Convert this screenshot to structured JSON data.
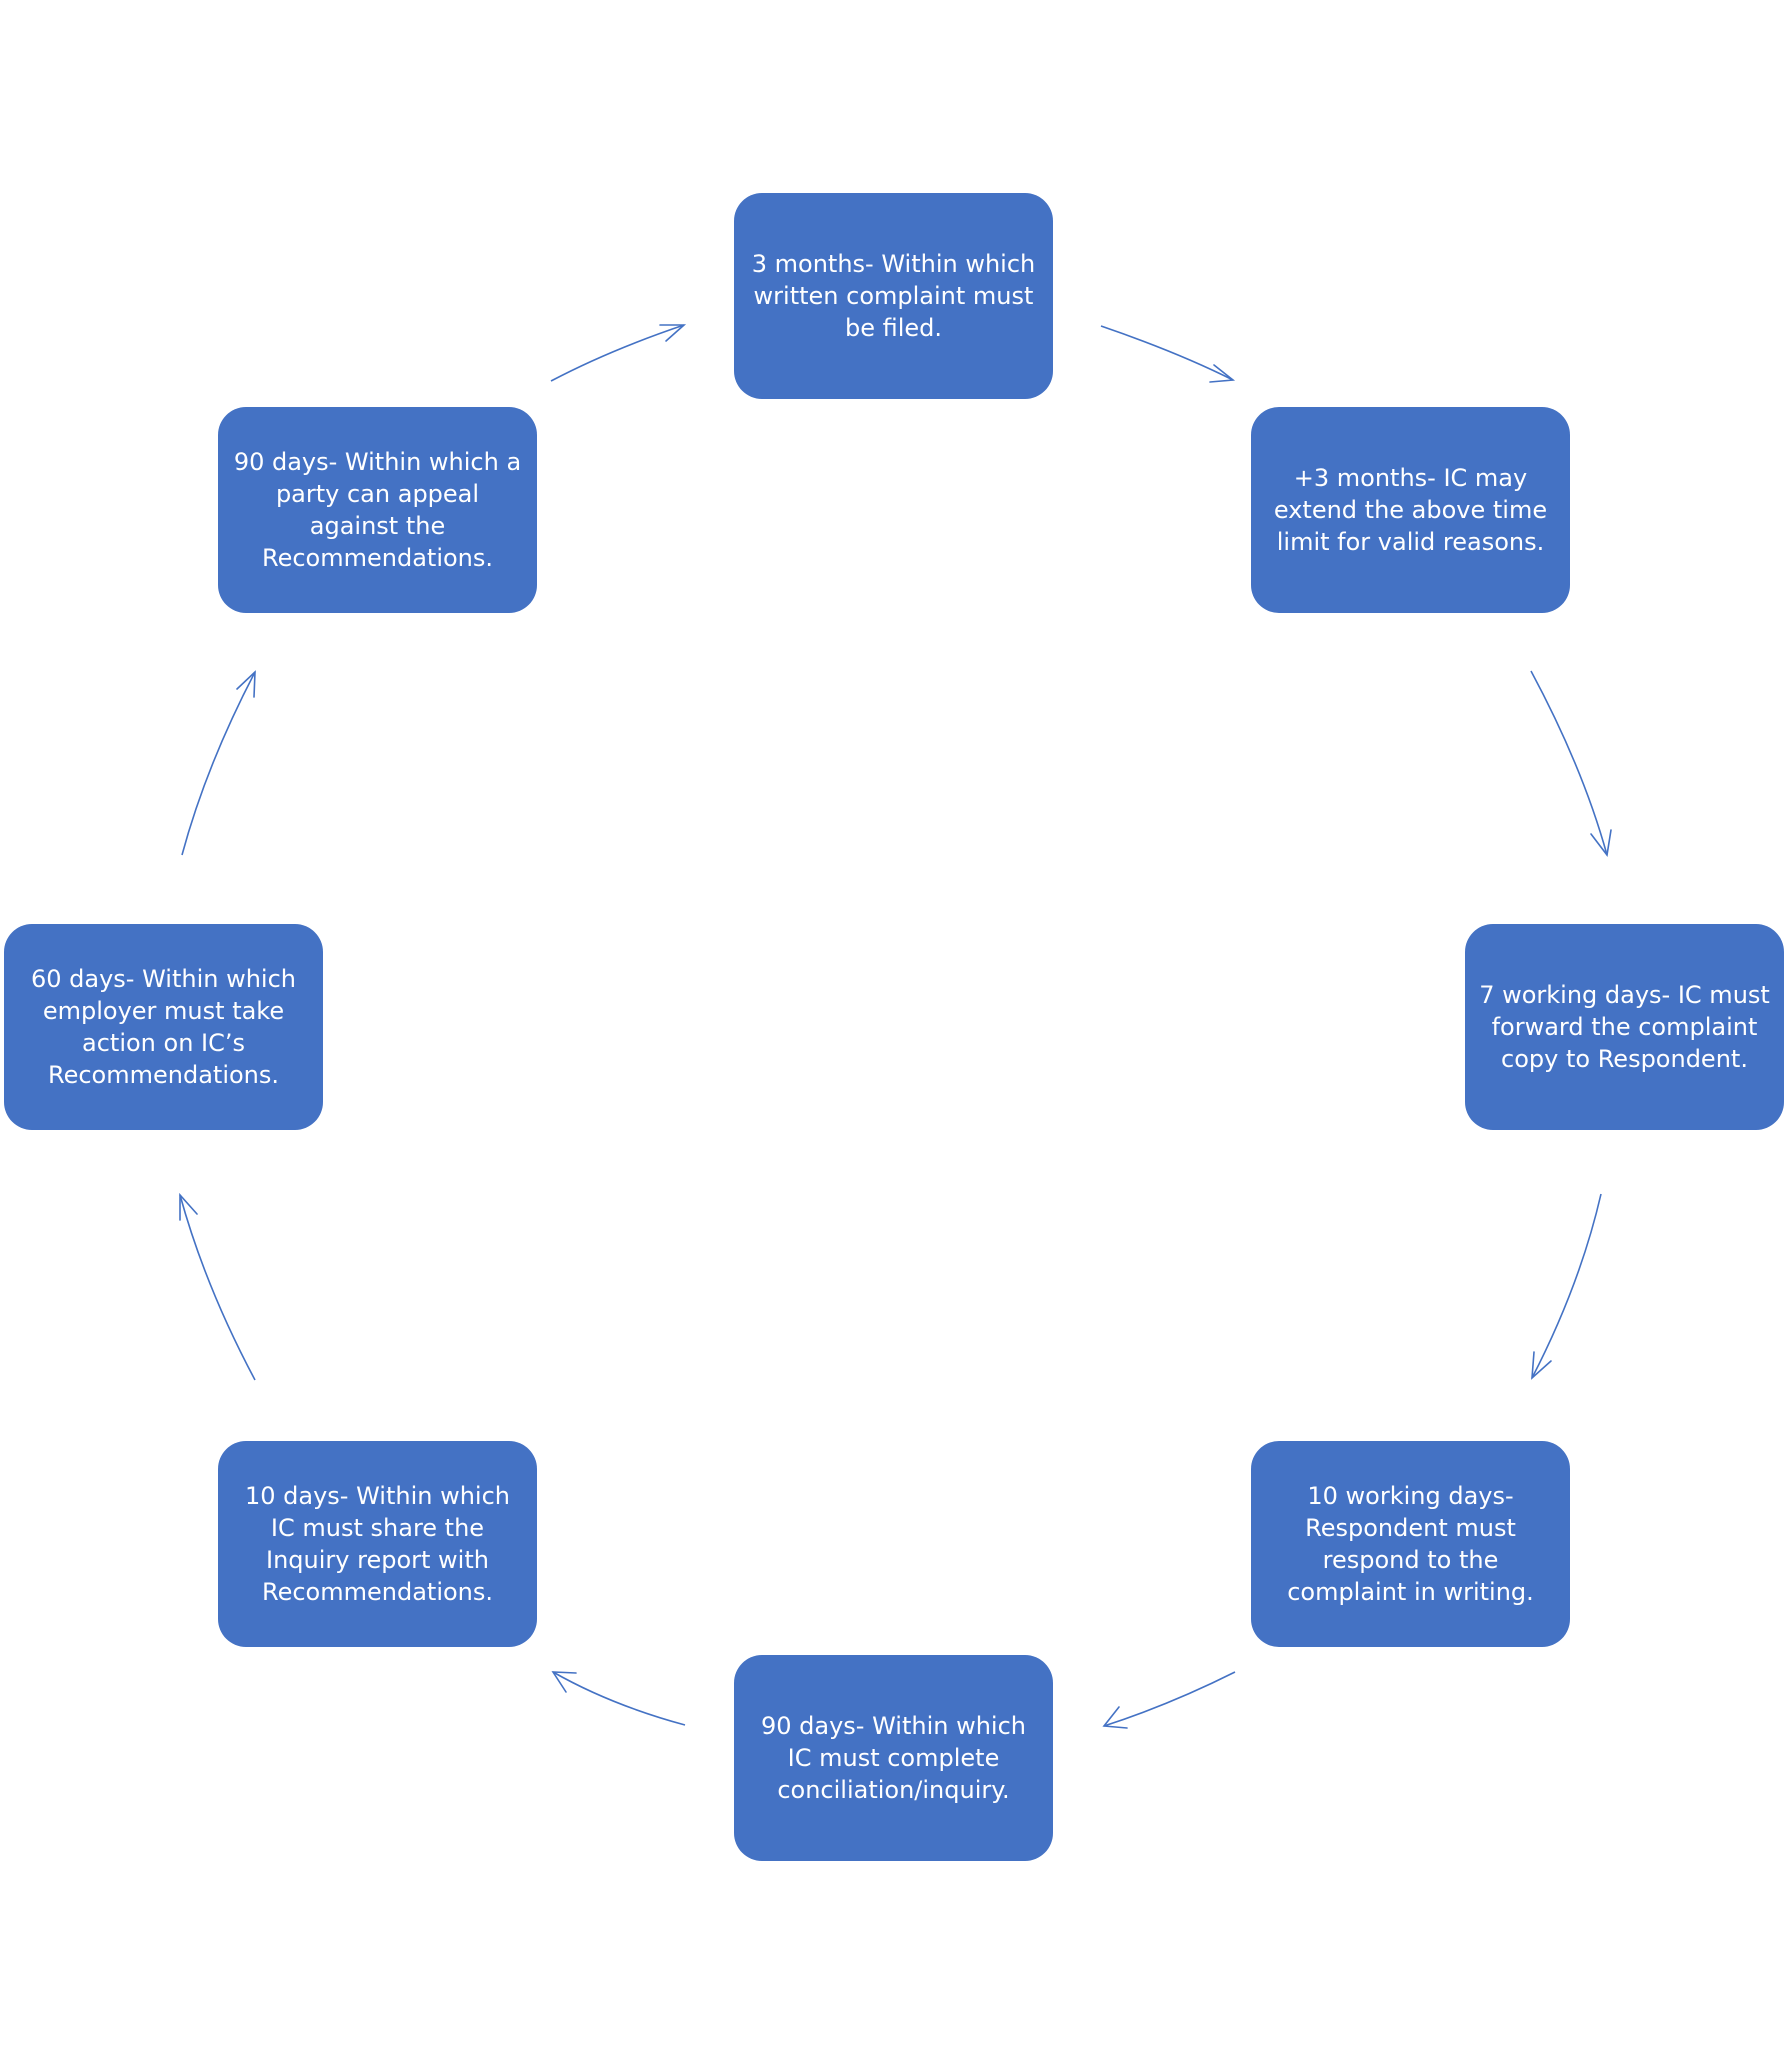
{
  "diagram": {
    "accent_color": "#4472c4",
    "nodes": [
      {
        "id": "step-1",
        "text": "3 months- Within which written complaint must be filed."
      },
      {
        "id": "step-2",
        "text": "+3 months- IC may extend the above time limit for valid reasons."
      },
      {
        "id": "step-3",
        "text": "7 working days- IC must forward the complaint copy to Respondent."
      },
      {
        "id": "step-4",
        "text": "10 working days- Respondent must respond to the complaint in writing."
      },
      {
        "id": "step-5",
        "text": "90 days- Within which IC must complete conciliation/inquiry."
      },
      {
        "id": "step-6",
        "text": "10 days- Within which IC must share the Inquiry report with Recommendations."
      },
      {
        "id": "step-7",
        "text": "60 days- Within which employer must take action on IC’s Recommendations."
      },
      {
        "id": "step-8",
        "text": "90 days- Within which a party can appeal against the Recommendations."
      }
    ],
    "edges": [
      {
        "from": "step-1",
        "to": "step-2"
      },
      {
        "from": "step-2",
        "to": "step-3"
      },
      {
        "from": "step-3",
        "to": "step-4"
      },
      {
        "from": "step-4",
        "to": "step-5"
      },
      {
        "from": "step-5",
        "to": "step-6"
      },
      {
        "from": "step-6",
        "to": "step-7"
      },
      {
        "from": "step-7",
        "to": "step-8"
      },
      {
        "from": "step-8",
        "to": "step-1"
      }
    ]
  }
}
